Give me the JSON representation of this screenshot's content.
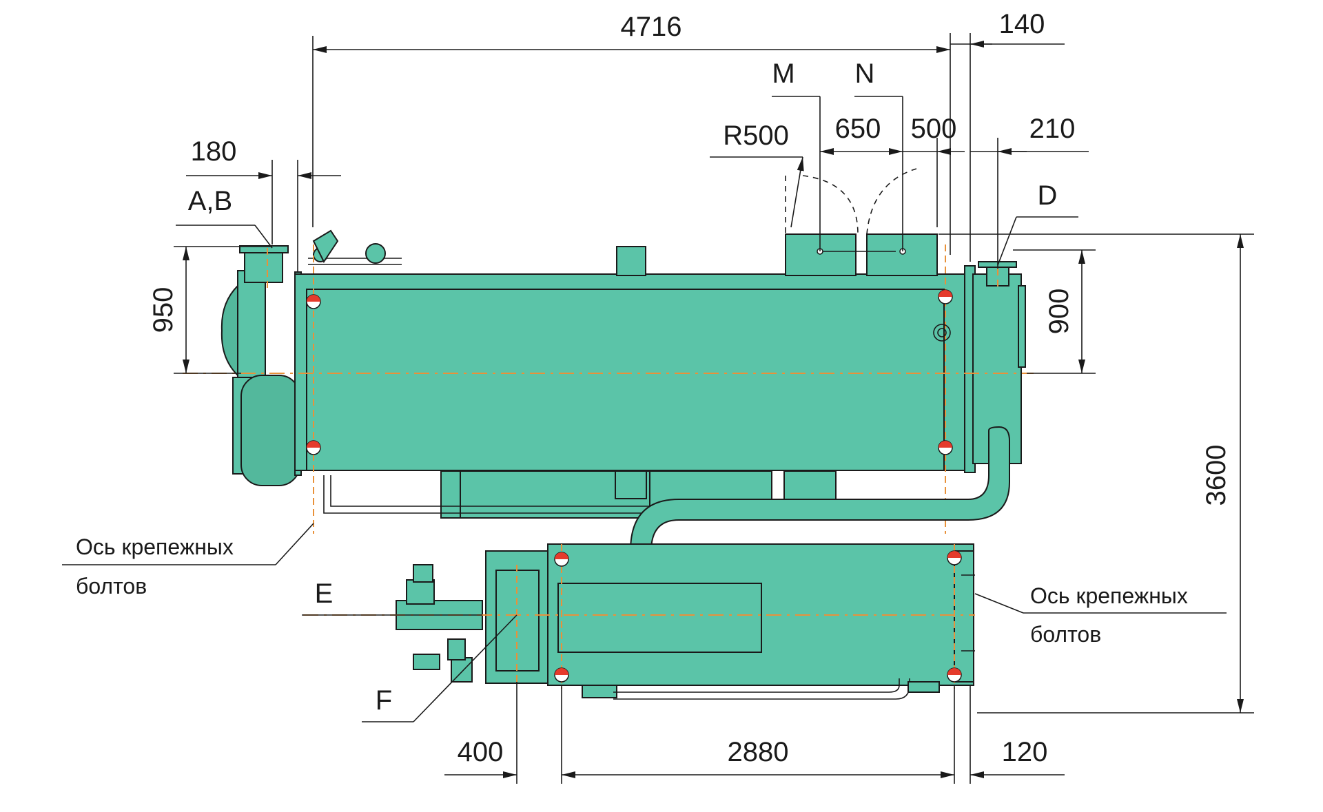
{
  "dimensions": {
    "d4716": "4716",
    "d140": "140",
    "d180": "180",
    "d650": "650",
    "d500": "500",
    "d210": "210",
    "d950": "950",
    "d900": "900",
    "d3600": "3600",
    "d400": "400",
    "d2880": "2880",
    "d120": "120",
    "r500": "R500"
  },
  "labels": {
    "ab": "A,B",
    "m": "M",
    "n": "N",
    "d": "D",
    "e": "E",
    "f": "F",
    "bolt_axis_left_1": "Ось крепежных",
    "bolt_axis_left_2": "болтов",
    "bolt_axis_right_1": "Ось крепежных",
    "bolt_axis_right_2": "болтов"
  },
  "colors": {
    "body": "#5bc4a8",
    "axis": "#e8913a",
    "bolt_marker": "#e53b2c"
  }
}
